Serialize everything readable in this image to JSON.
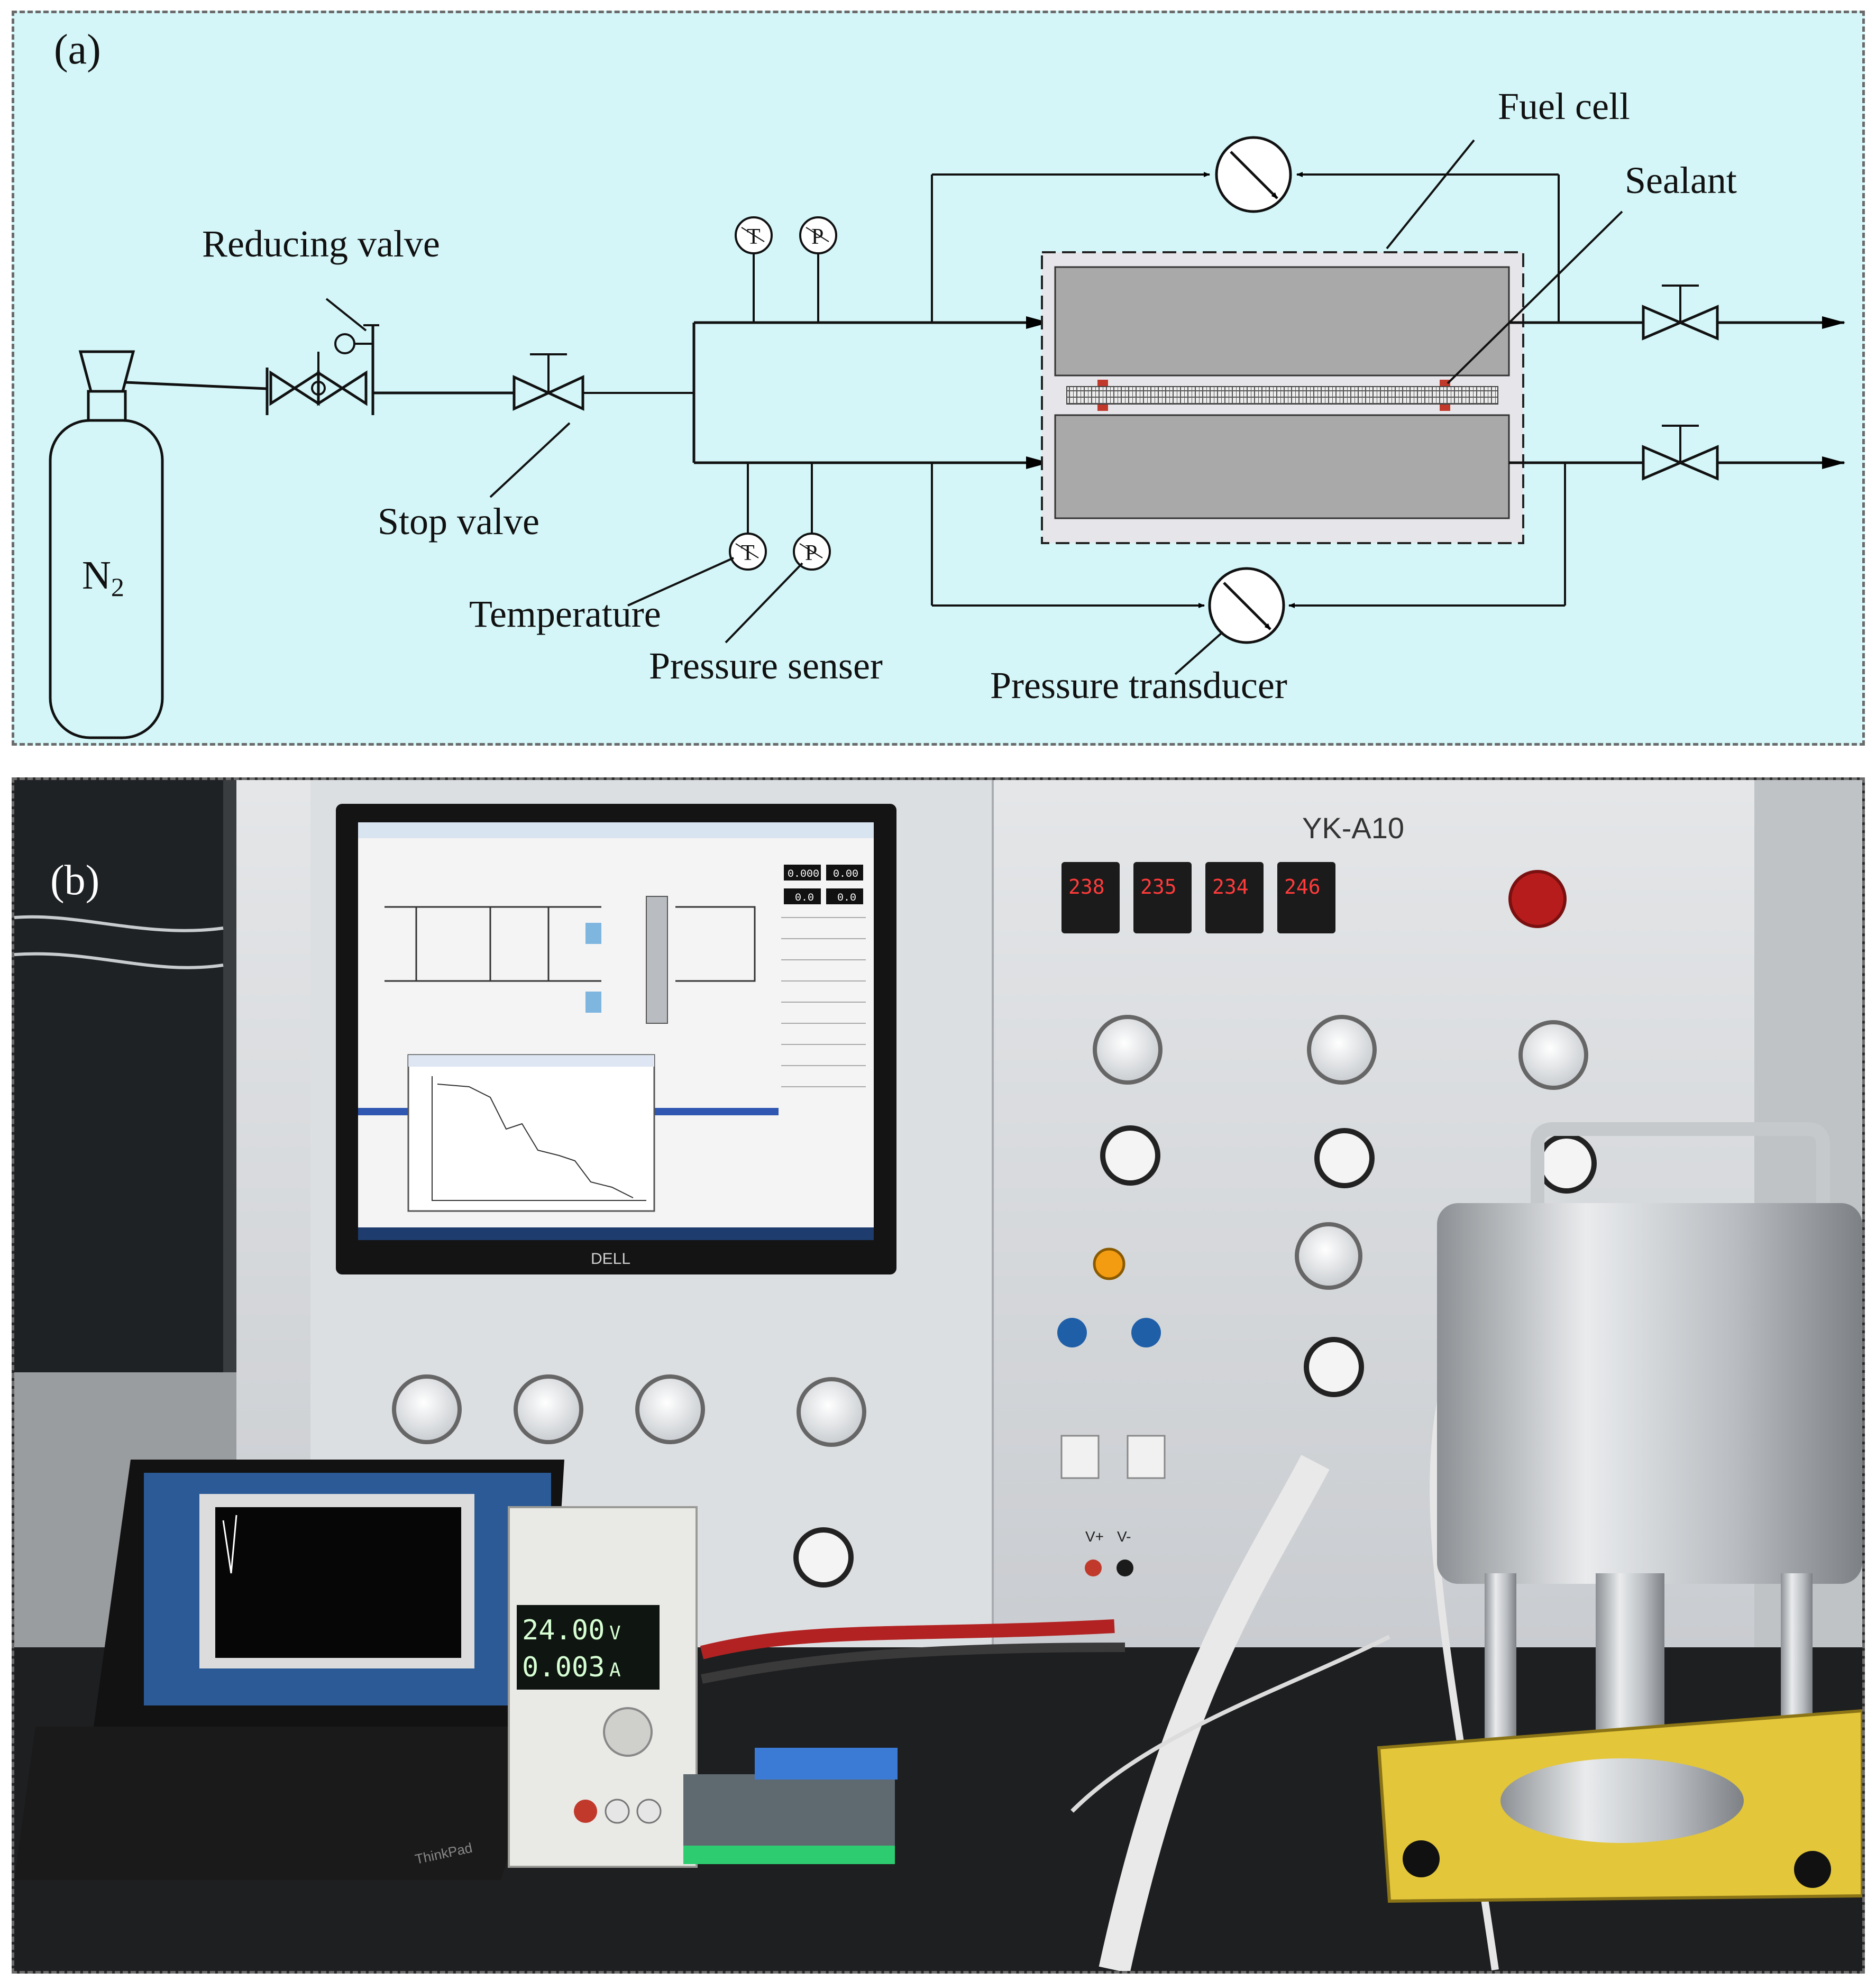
{
  "panel_a": {
    "label": "(a)",
    "labels": {
      "fuel_cell": "Fuel cell",
      "sealant": "Sealant",
      "reducing_valve": "Reducing valve",
      "stop_valve": "Stop valve",
      "temperature": "Temperature",
      "pressure_senser": "Pressure senser",
      "pressure_transducer": "Pressure transducer",
      "cylinder_main": "N",
      "cylinder_sub": "2",
      "gauge_t": "T",
      "gauge_p": "P"
    },
    "colors": {
      "background": "#d4f6f8",
      "plate": "#a9a9a9",
      "membrane": "#e8e8e8",
      "sealant": "#c0392b",
      "enclosure": "#e6e6ea"
    }
  },
  "panel_b": {
    "label": "(b)",
    "equipment_model": "YK-A10",
    "monitor_brand": "DELL",
    "controller_readings": [
      "238",
      "235",
      "234",
      "246"
    ],
    "power_supply": {
      "voltage": "24.00",
      "voltage_unit": "V",
      "current": "0.003",
      "current_unit": "A"
    },
    "terminal_labels": [
      "V+",
      "V-"
    ],
    "screen_values": [
      "0.000",
      "0.00",
      "0.0",
      "0.0"
    ],
    "laptop_brand": "ThinkPad"
  }
}
